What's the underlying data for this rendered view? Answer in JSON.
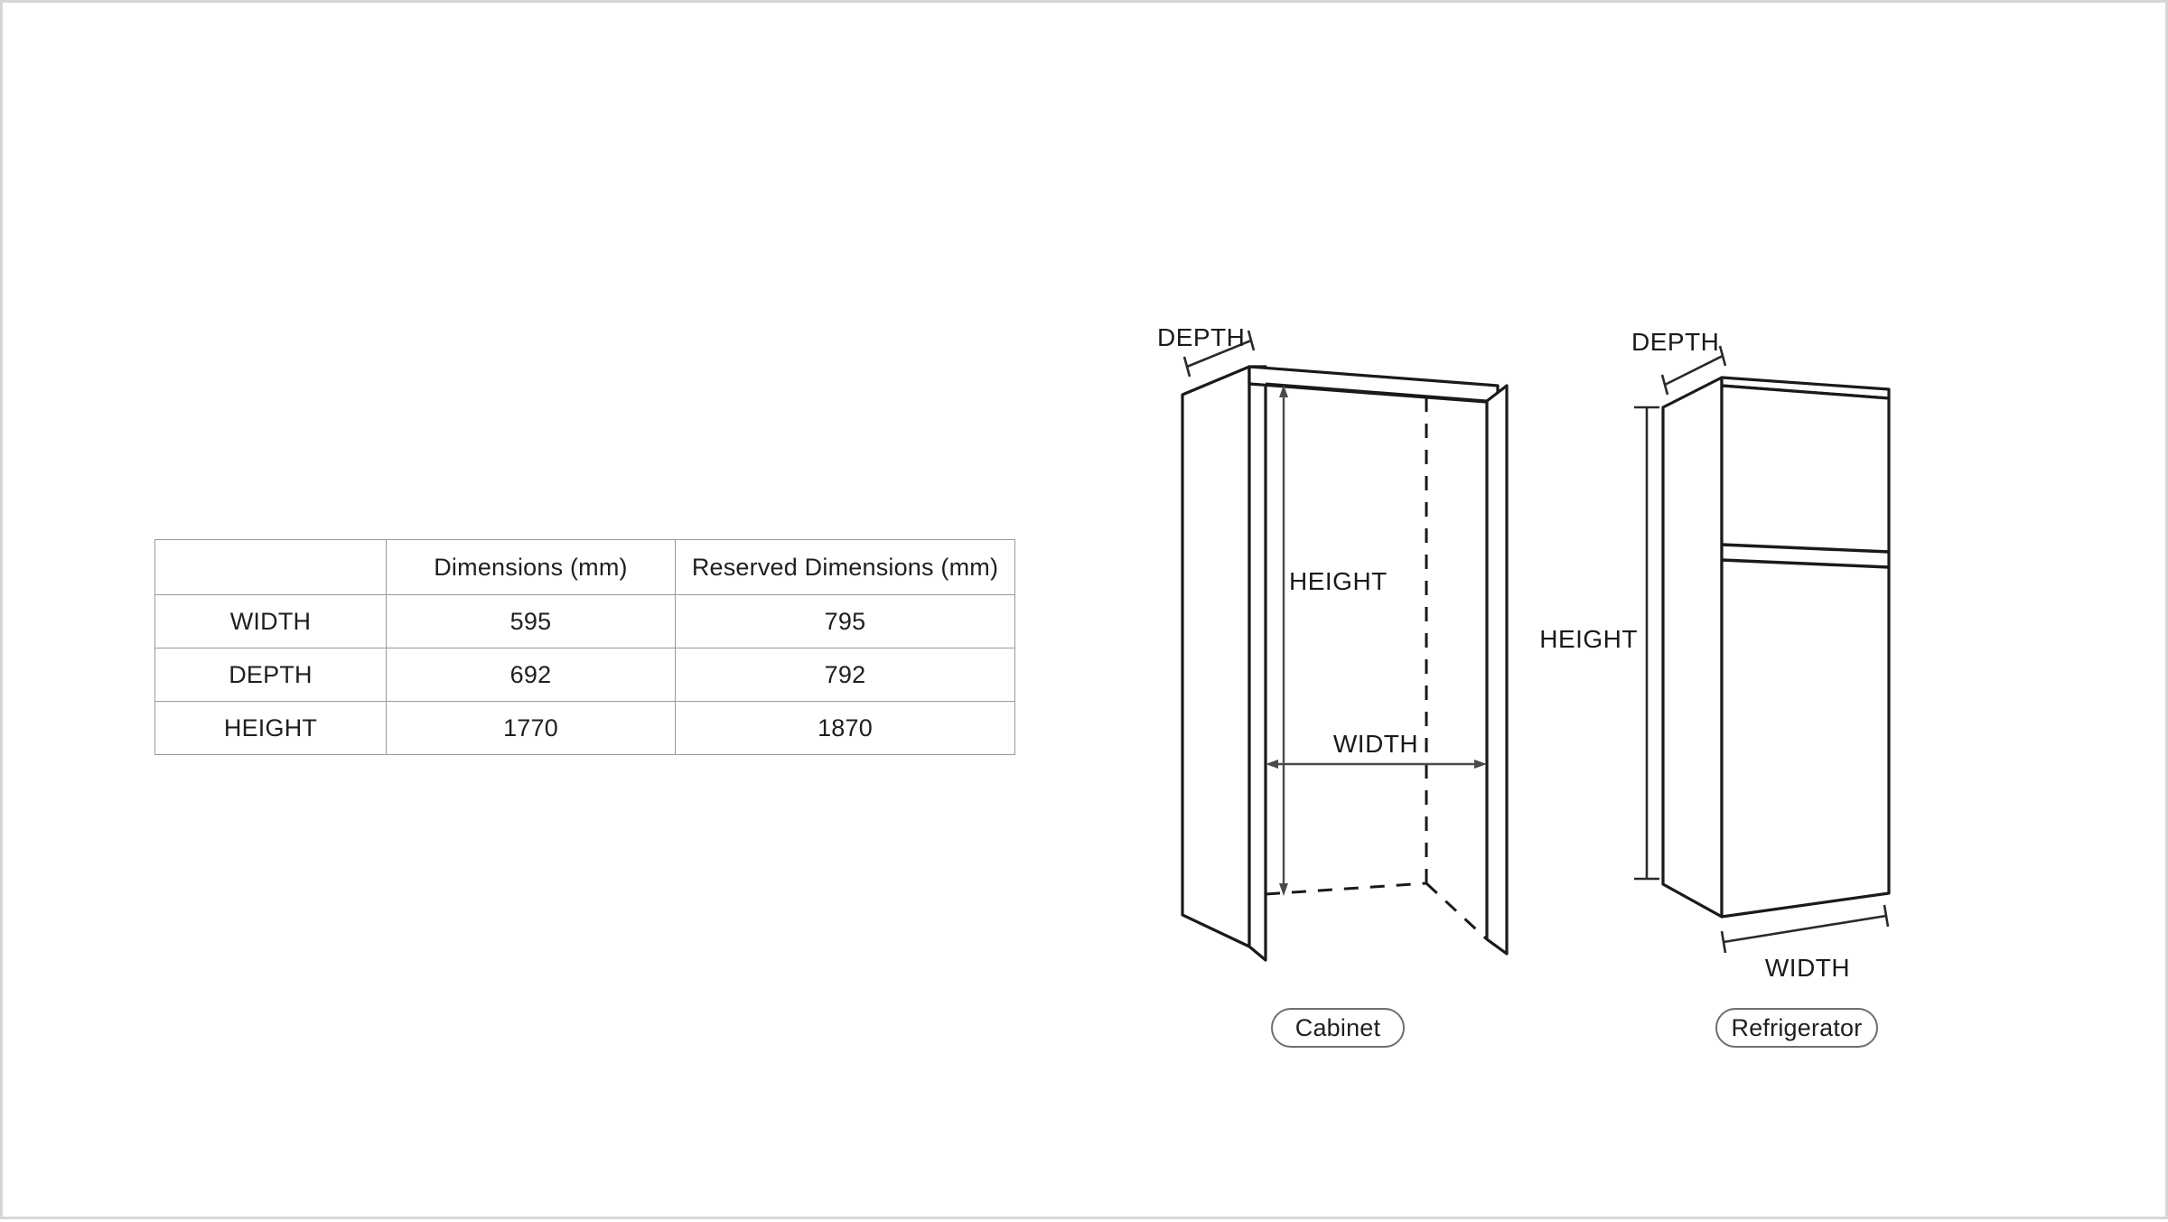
{
  "table": {
    "columns": [
      "",
      "Dimensions (mm)",
      "Reserved Dimensions (mm)"
    ],
    "rows": [
      {
        "label": "WIDTH",
        "dimension": "595",
        "reserved": "795"
      },
      {
        "label": "DEPTH",
        "dimension": "692",
        "reserved": "792"
      },
      {
        "label": "HEIGHT",
        "dimension": "1770",
        "reserved": "1870"
      }
    ]
  },
  "diagrams": [
    {
      "name": "cabinet",
      "caption": "Cabinet",
      "dimension_labels": {
        "depth": "DEPTH",
        "height": "HEIGHT",
        "width": "WIDTH"
      }
    },
    {
      "name": "refrigerator",
      "caption": "Refrigerator",
      "dimension_labels": {
        "depth": "DEPTH",
        "height": "HEIGHT",
        "width": "WIDTH"
      }
    }
  ],
  "colors": {
    "line": "#1a1a1a",
    "dimension_line": "#4a4a4a",
    "table_border": "#9a9a9a",
    "pill_border": "#6e6e6e",
    "page_border": "#d6d6d6",
    "background": "#ffffff"
  }
}
